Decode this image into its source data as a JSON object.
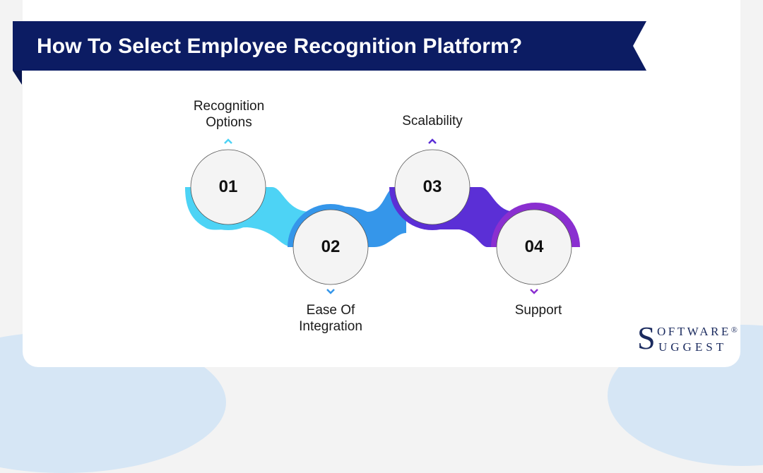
{
  "banner": {
    "title": "How To Select Employee Recognition Platform?",
    "color": "#0c1c63"
  },
  "steps": [
    {
      "number": "01",
      "label_line1": "Recognition",
      "label_line2": "Options",
      "position": "top",
      "color": "#4dd3f5",
      "chevron": "chevron-up"
    },
    {
      "number": "02",
      "label_line1": "Ease Of",
      "label_line2": "Integration",
      "position": "bottom",
      "color": "#3596ea",
      "chevron": "chevron-down"
    },
    {
      "number": "03",
      "label_line1": "Scalability",
      "label_line2": "",
      "position": "top",
      "color": "#5b2fd6",
      "chevron": "chevron-up"
    },
    {
      "number": "04",
      "label_line1": "Support",
      "label_line2": "",
      "position": "bottom",
      "color": "#8a2fd0",
      "chevron": "chevron-down"
    }
  ],
  "logo": {
    "initial_s": "S",
    "top_text": "OFTWARE",
    "bottom_text": "UGGEST",
    "registered": "®"
  }
}
